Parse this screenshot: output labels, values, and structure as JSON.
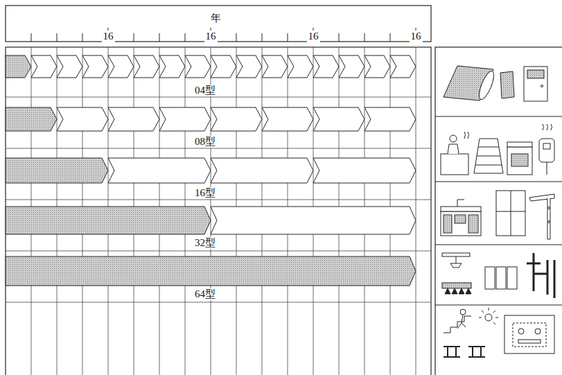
{
  "diagram": {
    "labels": [
      "年",
      "16",
      "16",
      "16",
      "16",
      "04型",
      "08型",
      "16型",
      "32型",
      "64型"
    ]
  }
}
